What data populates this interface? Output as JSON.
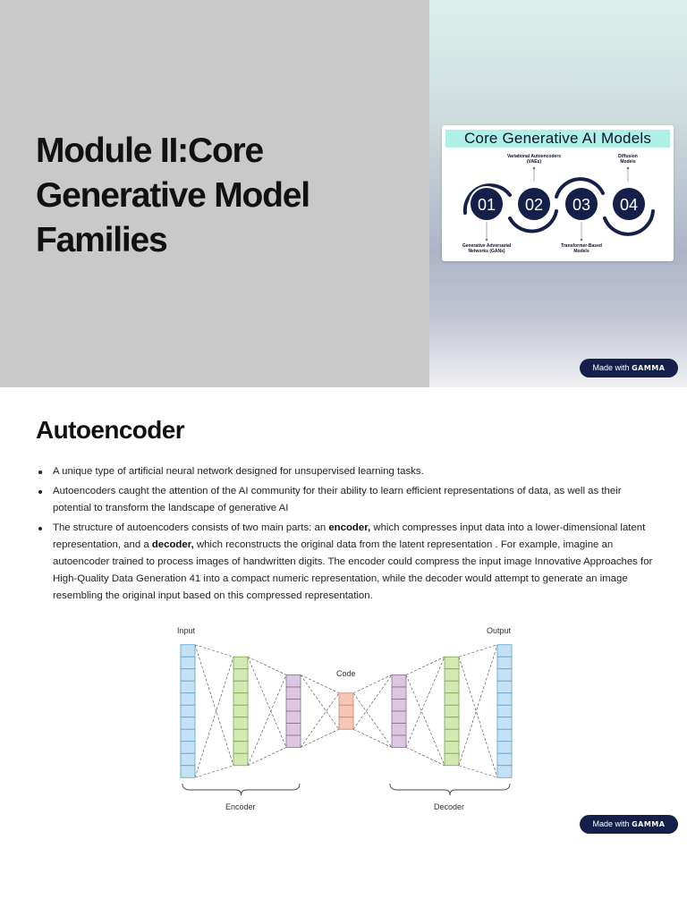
{
  "slide1": {
    "title": "Module II:Core\nGenerative Model\nFamilies",
    "card": {
      "title": "Core Generative AI Models",
      "steps": [
        {
          "number": "01",
          "label": "Generative Adversarial Networks (GANs)",
          "label_position": "below"
        },
        {
          "number": "02",
          "label": "Variational Autoencoders (VAEs)",
          "label_position": "above"
        },
        {
          "number": "03",
          "label": "Transformer-Based Models",
          "label_position": "below"
        },
        {
          "number": "04",
          "label": "Diffusion Models",
          "label_position": "above"
        }
      ],
      "colors": {
        "dark": "#15204a",
        "highlight": "#aff0e6"
      }
    },
    "badge": {
      "prefix": "Made with",
      "brand": "GAMMA"
    }
  },
  "slide2": {
    "title": "Autoencoder",
    "bullets": [
      {
        "text": "A unique type of artificial neural network designed for unsupervised learning tasks."
      },
      {
        "text": "Autoencoders caught the attention of the AI community for their ability to learn efficient representations of data, as well as their potential to transform the landscape of generative AI"
      },
      {
        "parts": [
          {
            "text": "The structure of autoencoders consists of two main parts: an ",
            "bold": false
          },
          {
            "text": "encoder,",
            "bold": true
          },
          {
            "text": " which compresses input data into a lower-dimensional latent representation, and a ",
            "bold": false
          },
          {
            "text": "decoder,",
            "bold": true
          },
          {
            "text": " which reconstructs the original data from the latent representation . For example, imagine an autoencoder trained to process images of handwritten digits. The encoder could compress the input image Innovative Approaches for High-Quality Data Generation 41 into a compact numeric representation, while the decoder would attempt to generate an image resembling the original input based on this compressed representation.",
            "bold": false
          }
        ]
      }
    ],
    "figure": {
      "input_label": "Input",
      "output_label": "Output",
      "code_label": "Code",
      "encoder_label": "Encoder",
      "decoder_label": "Decoder",
      "layers": [
        {
          "role": "input",
          "units": 11,
          "color": "#c5e2f5",
          "stroke": "#5a9fcf"
        },
        {
          "role": "hidden",
          "units": 9,
          "color": "#d4e8b4",
          "stroke": "#7aa54a"
        },
        {
          "role": "hidden",
          "units": 6,
          "color": "#dcc7e2",
          "stroke": "#8a6b95"
        },
        {
          "role": "code",
          "units": 3,
          "color": "#f6c7b6",
          "stroke": "#d0826a"
        },
        {
          "role": "hidden",
          "units": 6,
          "color": "#dcc7e2",
          "stroke": "#8a6b95"
        },
        {
          "role": "hidden",
          "units": 9,
          "color": "#d4e8b4",
          "stroke": "#7aa54a"
        },
        {
          "role": "output",
          "units": 11,
          "color": "#c5e2f5",
          "stroke": "#5a9fcf"
        }
      ]
    },
    "badge": {
      "prefix": "Made with",
      "brand": "GAMMA"
    }
  }
}
